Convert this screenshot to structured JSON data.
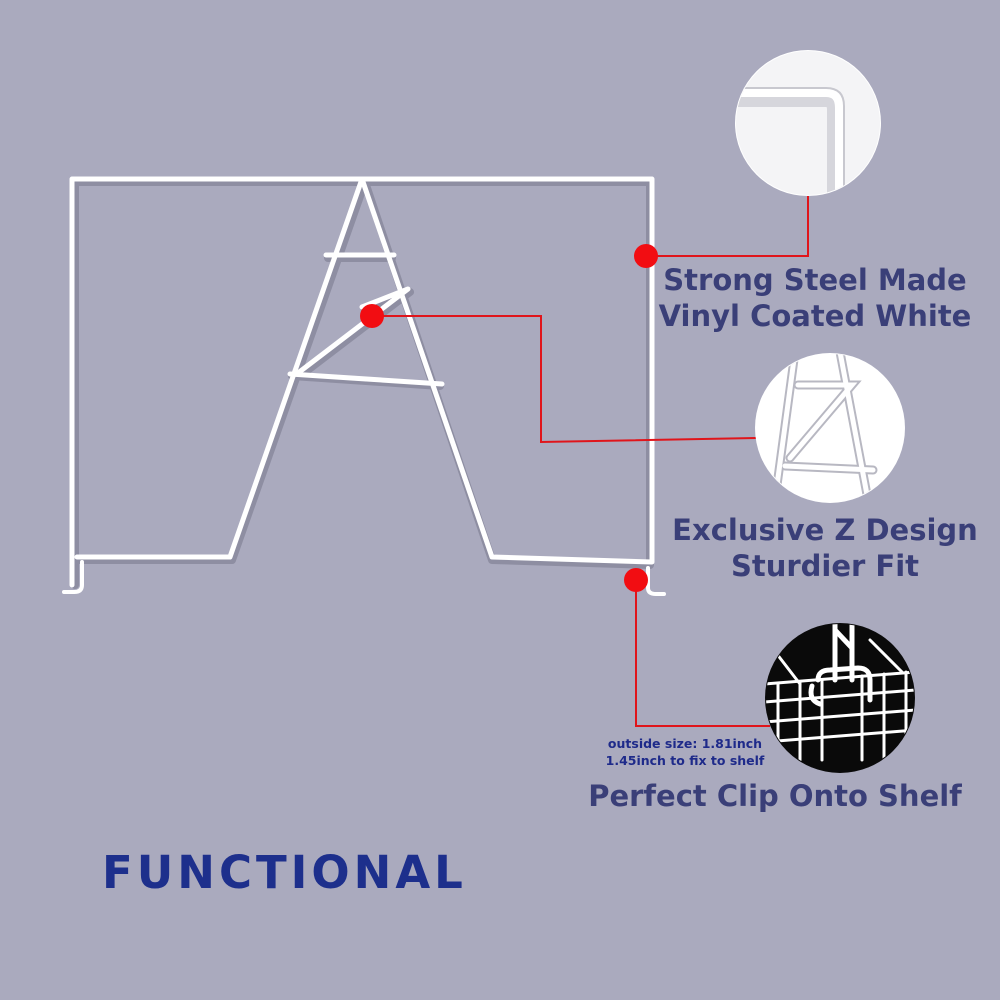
{
  "features": [
    {
      "lines": [
        "Strong Steel Made",
        "Vinyl Coated White"
      ]
    },
    {
      "lines": [
        "Exclusive Z Design",
        "Sturdier Fit"
      ]
    },
    {
      "lines": [
        "Perfect Clip Onto Shelf"
      ]
    }
  ],
  "size_note": [
    "outside size: 1.81inch",
    "1.45inch to fix to shelf"
  ],
  "title": "FUNCTIONAL",
  "colors": {
    "background": "#aaaabe",
    "callout_line": "#e0151b",
    "feature_text": "#3a3f78",
    "title": "#1d2f8c",
    "wire": "#ffffff"
  }
}
